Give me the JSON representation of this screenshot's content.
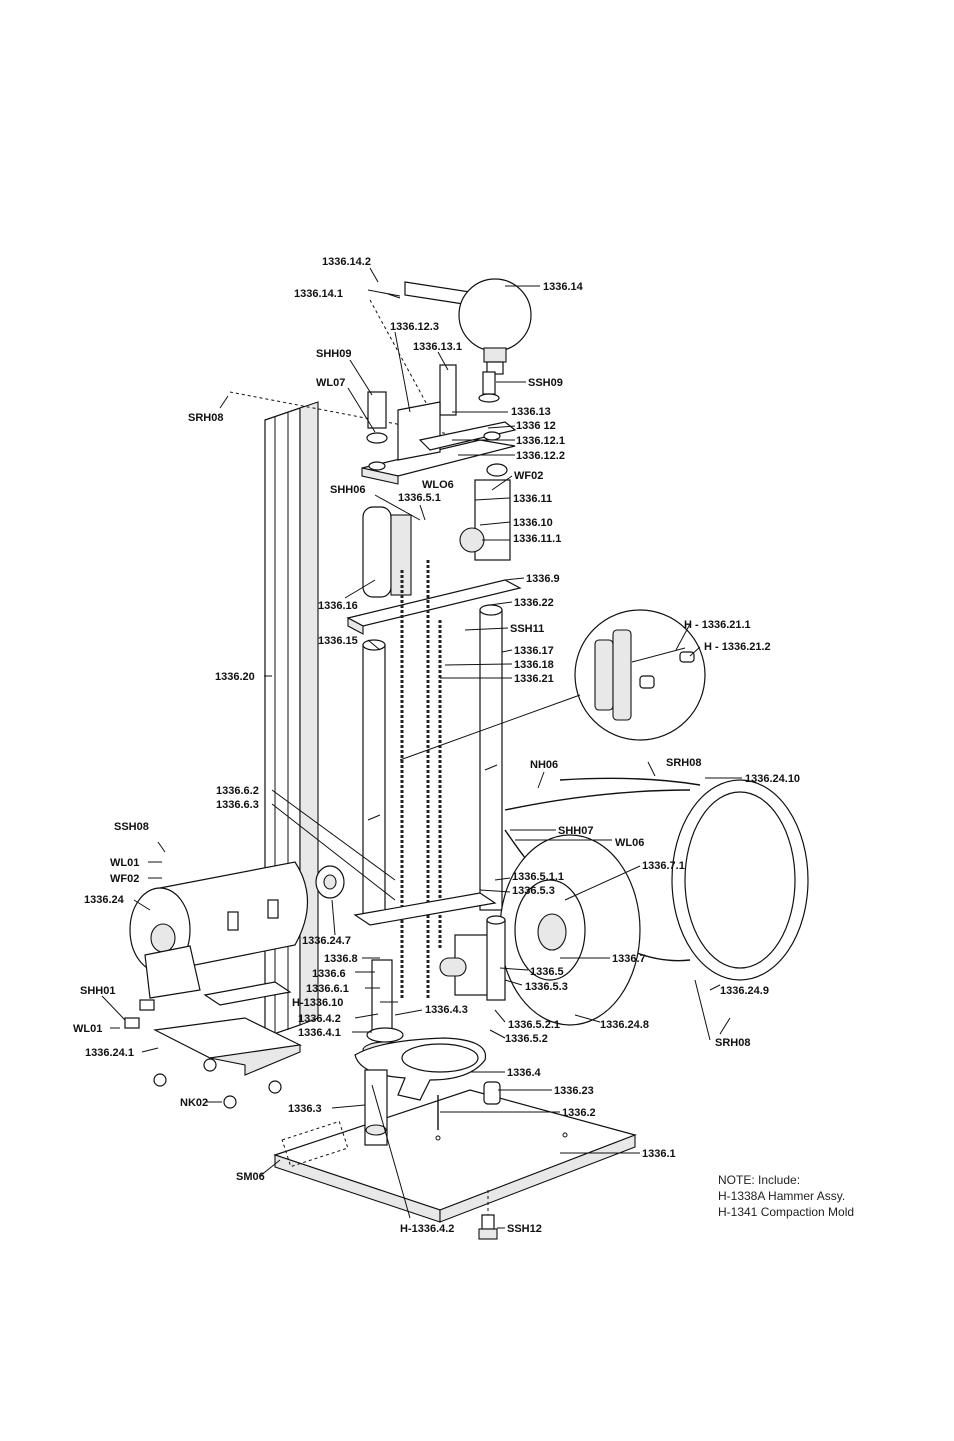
{
  "diagram": {
    "labels": {
      "l_1336_14_2": "1336.14.2",
      "l_1336_14_1": "1336.14.1",
      "l_1336_14": "1336.14",
      "l_1336_12_3": "1336.12.3",
      "l_shh09": "SHH09",
      "l_1336_13_1": "1336.13.1",
      "l_wl07": "WL07",
      "l_ssh09": "SSH09",
      "l_srh08_a": "SRH08",
      "l_1336_13": "1336.13",
      "l_1336_12": "1336 12",
      "l_1336_12_1": "1336.12.1",
      "l_1336_12_2": "1336.12.2",
      "l_wlo6": "WLO6",
      "l_wf02_a": "WF02",
      "l_shh06": "SHH06",
      "l_1336_5_1": "1336.5.1",
      "l_1336_11": "1336.11",
      "l_1336_10": "1336.10",
      "l_1336_11_1": "1336.11.1",
      "l_1336_9": "1336.9",
      "l_1336_16": "1336.16",
      "l_1336_22": "1336.22",
      "l_ssh11": "SSH11",
      "l_1336_15": "1336.15",
      "l_h_1336_21_1": "H - 1336.21.1",
      "l_h_1336_21_2": "H - 1336.21.2",
      "l_1336_17": "1336.17",
      "l_1336_18": "1336.18",
      "l_1336_21": "1336.21",
      "l_1336_20": "1336.20",
      "l_nh06": "NH06",
      "l_srh08_b": "SRH08",
      "l_1336_24_10": "1336.24.10",
      "l_1336_6_2": "1336.6.2",
      "l_1336_6_3": "1336.6.3",
      "l_ssh08": "SSH08",
      "l_shh07": "SHH07",
      "l_wl06": "WL06",
      "l_1336_7_1": "1336.7.1",
      "l_wl01_a": "WL01",
      "l_wf02_b": "WF02",
      "l_1336_5_1_1": "1336.5.1.1",
      "l_1336_5_3_a": "1336.5.3",
      "l_1336_24": "1336.24",
      "l_1336_24_7": "1336.24.7",
      "l_1336_8": "1336.8",
      "l_1336_7": "1336.7",
      "l_1336_6": "1336.6",
      "l_1336_5": "1336.5",
      "l_1336_6_1": "1336.6.1",
      "l_1336_5_3_b": "1336.5.3",
      "l_h_1336_10": "H-1336.10",
      "l_1336_24_9": "1336.24.9",
      "l_shh01": "SHH01",
      "l_1336_4_2": "1336.4.2",
      "l_1336_4_3": "1336.4.3",
      "l_1336_5_2_1": "1336.5.2.1",
      "l_1336_24_8": "1336.24.8",
      "l_wl01_b": "WL01",
      "l_1336_4_1": "1336.4.1",
      "l_1336_5_2": "1336.5.2",
      "l_srh08_c": "SRH08",
      "l_1336_24_1": "1336.24.1",
      "l_1336_4": "1336.4",
      "l_1336_23": "1336.23",
      "l_nk02": "NK02",
      "l_1336_3": "1336.3",
      "l_1336_2": "1336.2",
      "l_1336_1": "1336.1",
      "l_sm06": "SM06",
      "l_h_1336_4_2": "H-1336.4.2",
      "l_ssh12": "SSH12"
    },
    "note": {
      "line1": "NOTE: Include:",
      "line2": "H-1338A Hammer Assy.",
      "line3": "H-1341 Compaction Mold"
    }
  }
}
